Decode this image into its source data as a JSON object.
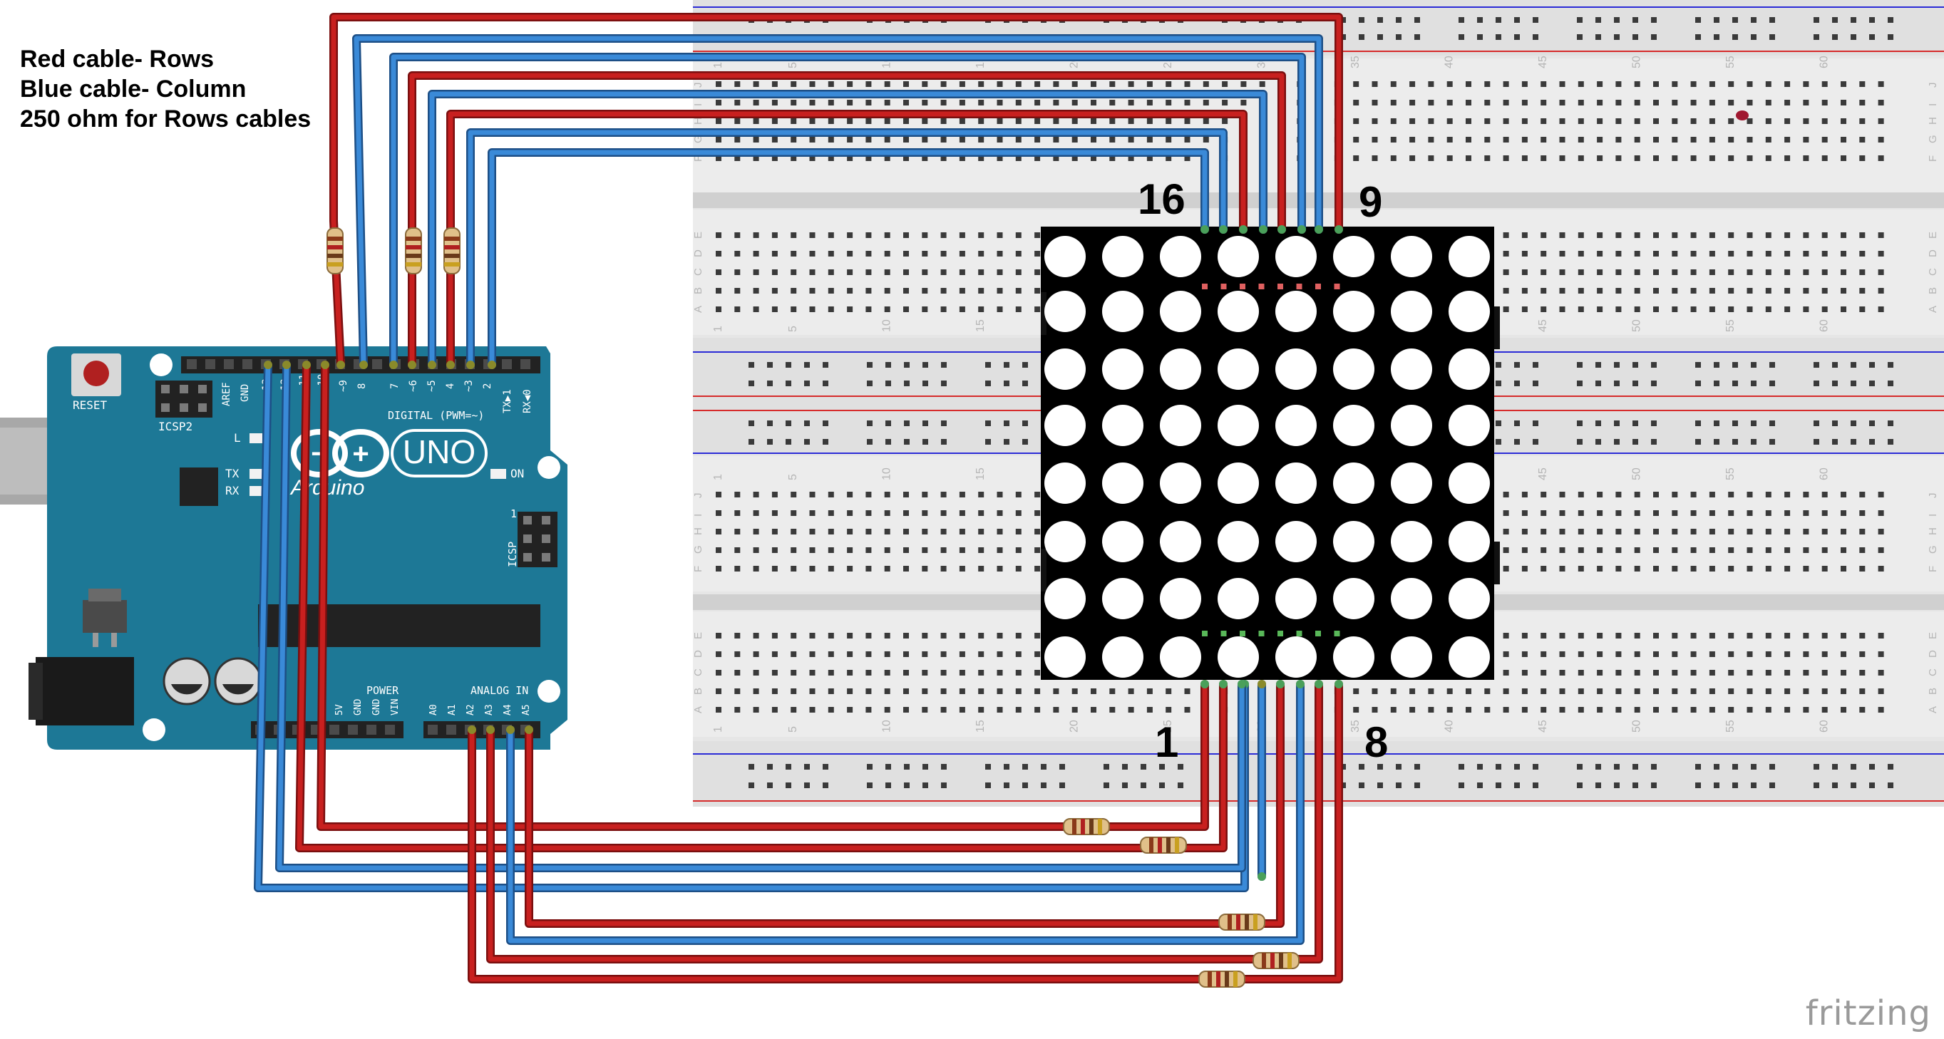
{
  "legend": {
    "line1": "Red cable- Rows",
    "line2": "Blue cable- Column",
    "line3": "250 ohm for Rows cables"
  },
  "matrix_pins": {
    "top_left": "16",
    "top_right": "9",
    "bottom_left": "1",
    "bottom_right": "8"
  },
  "arduino": {
    "reset_label": "RESET",
    "icsp2_label": "ICSP2",
    "aref_label": "AREF",
    "gnd_label": "GND",
    "digital_label": "DIGITAL (PWM=~)",
    "tx_pin_label": "TX▶1",
    "rx_pin_label": "RX◀0",
    "pin_13": "13",
    "pin_12": "12",
    "pin_11": "~11",
    "pin_10": "~10",
    "pin_9": "~9",
    "pin_8": "8",
    "pin_7": "7",
    "pin_6": "~6",
    "pin_5": "~5",
    "pin_4": "4",
    "pin_3": "~3",
    "pin_2": "2",
    "l_label": "L",
    "tx_label": "TX",
    "rx_label": "RX",
    "on_label": "ON",
    "brand": "Arduino",
    "model": "UNO",
    "icsp_label": "ICSP",
    "icsp_pin1": "1",
    "power_label": "POWER",
    "analog_label": "ANALOG IN",
    "power_pins": [
      "5V",
      "GND",
      "GND",
      "VIN"
    ],
    "analog_pins": [
      "A0",
      "A1",
      "A2",
      "A3",
      "A4",
      "A5"
    ]
  },
  "breadboard": {
    "row_letters_top": [
      "J",
      "I",
      "H",
      "G",
      "F"
    ],
    "row_letters_bottom": [
      "E",
      "D",
      "C",
      "B",
      "A"
    ],
    "column_numbers": [
      "1",
      "5",
      "10",
      "15",
      "20",
      "25",
      "30",
      "35",
      "40",
      "45",
      "50",
      "55",
      "60"
    ]
  },
  "branding": {
    "logo": "fritzing"
  },
  "colors": {
    "red_wire": "#c8201f",
    "red_wire_edge": "#7a0f0f",
    "blue_wire": "#3a8ad8",
    "blue_wire_edge": "#1d4f86",
    "arduino_board": "#1d7896",
    "matrix_body": "#000000",
    "breadboard": "#e5e5e5"
  }
}
